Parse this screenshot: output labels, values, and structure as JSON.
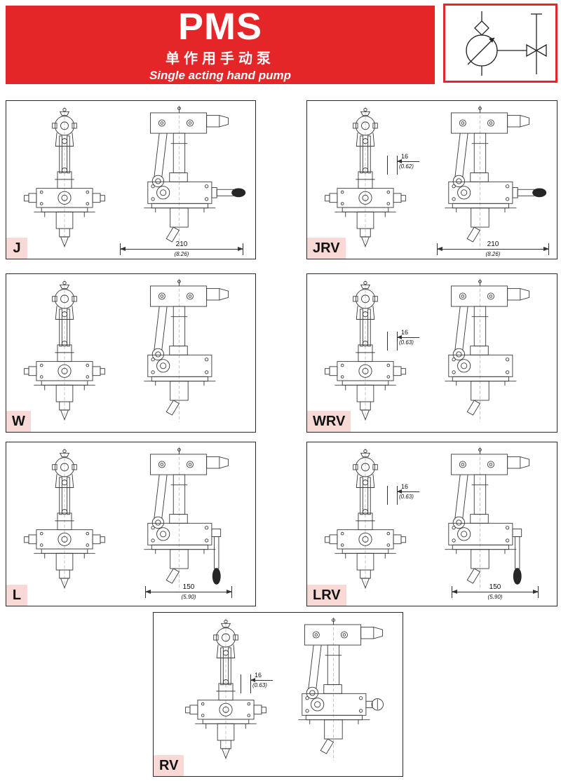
{
  "header": {
    "title": "PMS",
    "subtitle_zh": "单作用手动泵",
    "subtitle_en": "Single acting hand pump"
  },
  "colors": {
    "accent_red": "#e52629",
    "badge_pink": "#f9d9d6",
    "line": "#3b3b3b"
  },
  "icons": {
    "schematic": "hand-pump-circuit-symbol",
    "pump_front": "pump-front-view-drawing",
    "pump_side": "pump-side-view-drawing"
  },
  "panels": {
    "j": {
      "label": "J",
      "dim_width": {
        "mm": "210",
        "inch": "(8.26)"
      }
    },
    "jrv": {
      "label": "JRV",
      "dim_offset": {
        "mm": "16",
        "inch": "(0.62)"
      },
      "dim_width": {
        "mm": "210",
        "inch": "(8.26)"
      }
    },
    "w": {
      "label": "W"
    },
    "wrv": {
      "label": "WRV",
      "dim_offset": {
        "mm": "16",
        "inch": "(0.63)"
      }
    },
    "l": {
      "label": "L",
      "dim_width": {
        "mm": "150",
        "inch": "(5.90)"
      }
    },
    "lrv": {
      "label": "LRV",
      "dim_offset": {
        "mm": "16",
        "inch": "(0.63)"
      },
      "dim_width": {
        "mm": "150",
        "inch": "(5.90)"
      }
    },
    "rv": {
      "label": "RV",
      "dim_offset": {
        "mm": "16",
        "inch": "(0.63)"
      }
    }
  }
}
